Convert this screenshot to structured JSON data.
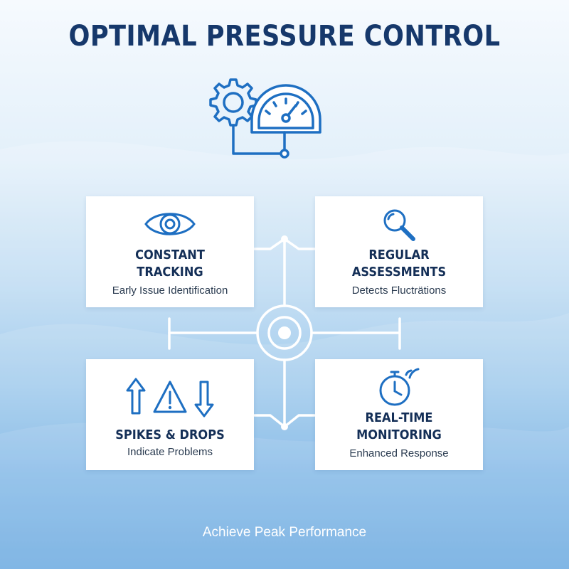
{
  "title": "OPTIMAL PRESSURE CONTROL",
  "hero_icon": "gear-and-pressure-gauge-icon",
  "colors": {
    "title": "#16386b",
    "icon_blue": "#1e6fc2",
    "card_title": "#142f57",
    "connector": "#ffffff",
    "background_top": "#f6fafe",
    "background_bottom": "#3d8fd8"
  },
  "cards": [
    {
      "title_line1": "CONSTANT",
      "title_line2": "TRACKING",
      "subtitle": "Early Issue Identification",
      "icon": "eye-icon"
    },
    {
      "title_line1": "REGULAR",
      "title_line2": "ASSESSMENTS",
      "subtitle": "Detects Flucträtions",
      "icon": "magnifier-icon"
    },
    {
      "title_line1": "SPIKES & DROPS",
      "subtitle": "Indicate Problems",
      "icon": "arrows-warning-icon"
    },
    {
      "title_line1": "REAL-TIME",
      "title_line2": "MONITORING",
      "subtitle": "Enhanced Response",
      "icon": "stopwatch-icon"
    }
  ],
  "tagline": "Achieve Peak Performance"
}
